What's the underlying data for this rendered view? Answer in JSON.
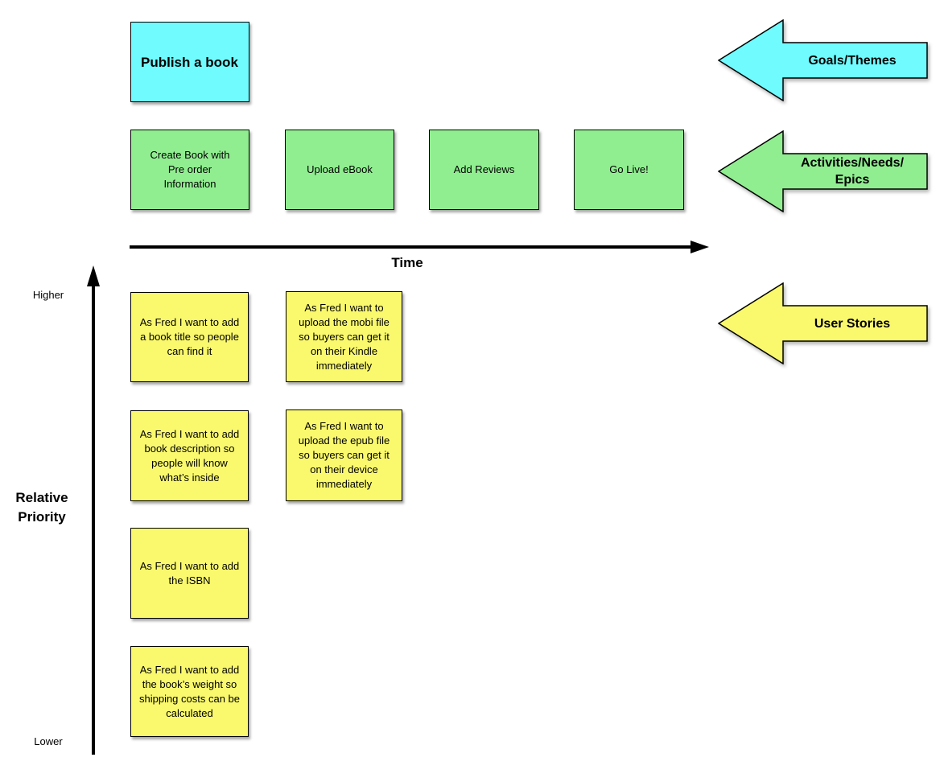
{
  "palette": {
    "goal_cyan": "#70FBFF",
    "activity_green": "#90EE90",
    "story_yellow": "#FAF96E",
    "outline": "#000000",
    "background": "#FFFFFF"
  },
  "goal_note": {
    "text": "Publish a book"
  },
  "activity_notes": [
    {
      "text": "Create Book with Pre order Information"
    },
    {
      "text": "Upload eBook"
    },
    {
      "text": "Add Reviews"
    },
    {
      "text": "Go Live!"
    }
  ],
  "story_notes": [
    {
      "text": "As Fred I want to add a book title so people can find it"
    },
    {
      "text": "As Fred I want to upload the mobi file so buyers can get it on their Kindle immediately"
    },
    {
      "text": "As Fred I want to add book description so people will know what’s inside"
    },
    {
      "text": "As Fred I want to upload the epub file so buyers can get it on their device immediately"
    },
    {
      "text": "As Fred I want to add the ISBN"
    },
    {
      "text": "As Fred I want to add the book’s weight so shipping costs can be calculated"
    }
  ],
  "axes": {
    "time_label": "Time",
    "priority_label": "Relative Priority",
    "higher_label": "Higher",
    "lower_label": "Lower"
  },
  "legend": [
    {
      "line1": "Goals/Themes",
      "line2": ""
    },
    {
      "line1": "Activities/Needs/",
      "line2": "Epics"
    },
    {
      "line1": "User Stories",
      "line2": ""
    }
  ]
}
